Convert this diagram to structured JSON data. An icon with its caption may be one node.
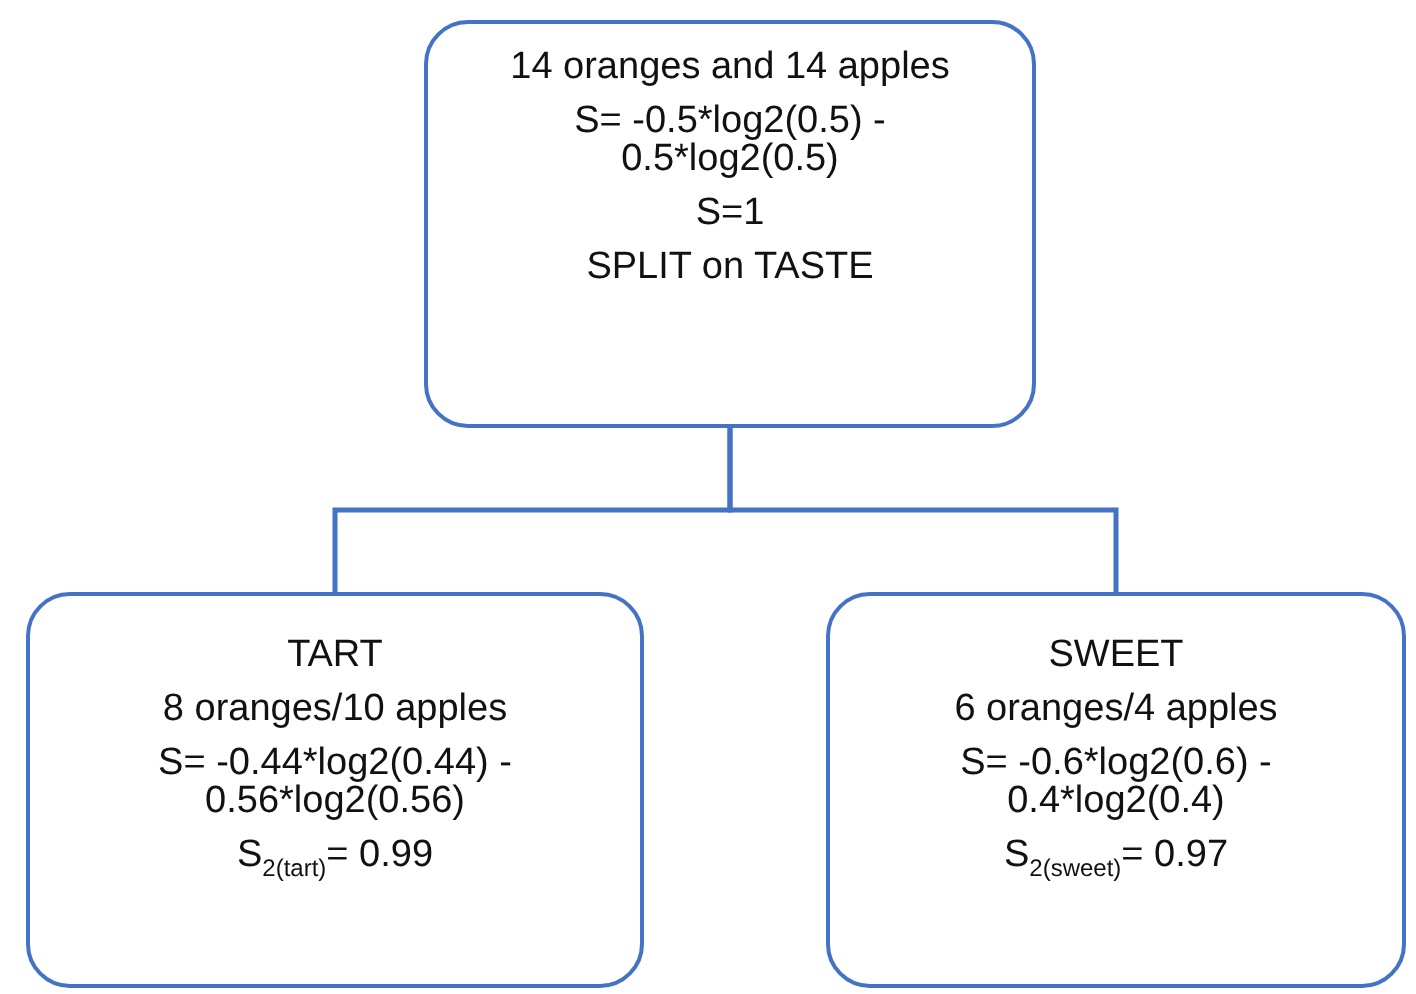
{
  "diagram": {
    "nodes": [
      {
        "text": [
          "14 oranges and 14 apples",
          "S= -0.5*log2(0.5) - 0.5*log2(0.5)",
          "S=1",
          "SPLIT on TASTE"
        ]
      },
      {
        "text": [
          "TART",
          "8 oranges/10 apples",
          "S= -0.44*log2(0.44) - 0.56*log2(0.56)",
          "S$_{2(tart)}$= 0.99"
        ]
      },
      {
        "text": [
          "SWEET",
          "6 oranges/4 apples",
          "S= -0.6*log2(0.6) - 0.4*log2(0.4)",
          "S$_{2(sweet)}$= 0.97"
        ]
      }
    ],
    "edges": [
      {
        "from": 0,
        "to": 1,
        "arrow": "none"
      },
      {
        "from": 0,
        "to": 2,
        "arrow": "none"
      }
    ]
  }
}
